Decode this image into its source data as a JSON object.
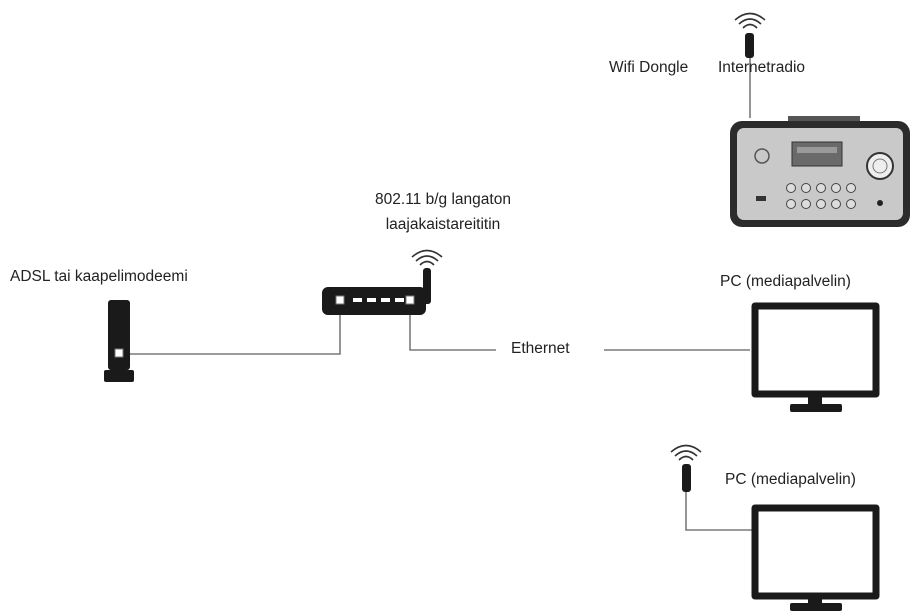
{
  "labels": {
    "wifi_dongle": "Wifi Dongle",
    "internet_radio": "Internetradio",
    "router_line1": "802.11 b/g langaton",
    "router_line2": "laajakaistareititin",
    "modem": "ADSL tai kaapelimodeemi",
    "pc_wired": "PC (mediapalvelin)",
    "ethernet": "Ethernet",
    "pc_wireless": "PC (mediapalvelin)"
  },
  "colors": {
    "stroke": "#222222",
    "cable": "#7a7a7a",
    "radio_body": "#c9c9c9",
    "radio_frame": "#2b2b2b"
  }
}
